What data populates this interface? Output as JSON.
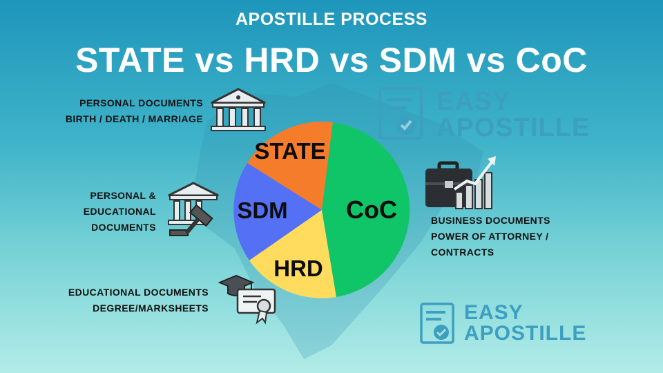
{
  "header": {
    "subtitle": "APOSTILLE PROCESS",
    "title": "STATE vs HRD vs SDM vs CoC"
  },
  "diagram": {
    "segments": [
      {
        "label": "STATE",
        "color": "#f47c2a"
      },
      {
        "label": "SDM",
        "color": "#5470f5"
      },
      {
        "label": "HRD",
        "color": "#ffdc5e"
      },
      {
        "label": "CoC",
        "color": "#10c468"
      }
    ],
    "annotations": {
      "state": {
        "lines": [
          "PERSONAL DOCUMENTS",
          "BIRTH / DEATH / MARRIAGE"
        ],
        "icon": "courthouse-icon"
      },
      "sdm": {
        "lines": [
          "PERSONAL &",
          "EDUCATIONAL",
          "DOCUMENTS"
        ],
        "icon": "courthouse-gavel-icon"
      },
      "hrd": {
        "lines": [
          "EDUCATIONAL DOCUMENTS",
          "DEGREE/MARKSHEETS"
        ],
        "icon": "graduation-certificate-icon"
      },
      "coc": {
        "lines": [
          "BUSINESS DOCUMENTS",
          "POWER OF ATTORNEY /",
          "CONTRACTS"
        ],
        "icon": "briefcase-growth-chart-icon"
      }
    }
  },
  "watermark": {
    "line1": "EASY",
    "line2": "APOSTILLE",
    "icon": "certificate-check-icon",
    "color": "#3d9fc0"
  }
}
